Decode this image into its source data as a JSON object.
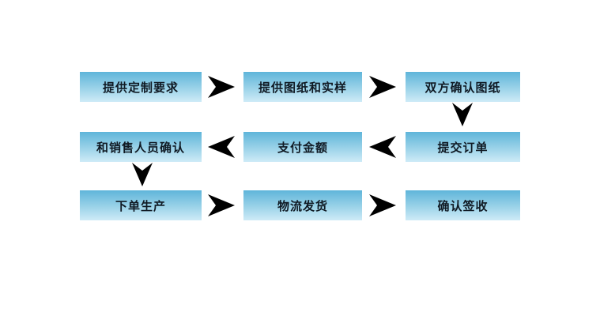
{
  "diagram": {
    "type": "flowchart",
    "language": "zh",
    "background_color": "#ffffff",
    "box_gradient_top": "#5fb5da",
    "box_gradient_bottom": "#cfebf7",
    "box_text_color": "#101a24",
    "arrow_color": "#000000",
    "nodes": [
      {
        "label": "提供定制要求",
        "flow_order": 1,
        "grid": "row1-col1"
      },
      {
        "label": "提供图纸和实样",
        "flow_order": 2,
        "grid": "row1-col2"
      },
      {
        "label": "双方确认图纸",
        "flow_order": 3,
        "grid": "row1-col3"
      },
      {
        "label": "和销售人员确认",
        "flow_order": 6,
        "grid": "row2-col1"
      },
      {
        "label": "支付金额",
        "flow_order": 5,
        "grid": "row2-col2"
      },
      {
        "label": "提交订单",
        "flow_order": 4,
        "grid": "row2-col3"
      },
      {
        "label": "下单生产",
        "flow_order": 7,
        "grid": "row3-col1"
      },
      {
        "label": "物流发货",
        "flow_order": 8,
        "grid": "row3-col2"
      },
      {
        "label": "确认签收",
        "flow_order": 9,
        "grid": "row3-col3"
      }
    ],
    "connections": [
      {
        "from": "提供定制要求",
        "to": "提供图纸和实样",
        "direction": "right"
      },
      {
        "from": "提供图纸和实样",
        "to": "双方确认图纸",
        "direction": "right"
      },
      {
        "from": "双方确认图纸",
        "to": "提交订单",
        "direction": "down"
      },
      {
        "from": "提交订单",
        "to": "支付金额",
        "direction": "left"
      },
      {
        "from": "支付金额",
        "to": "和销售人员确认",
        "direction": "left"
      },
      {
        "from": "和销售人员确认",
        "to": "下单生产",
        "direction": "down"
      },
      {
        "from": "下单生产",
        "to": "物流发货",
        "direction": "right"
      },
      {
        "from": "物流发货",
        "to": "确认签收",
        "direction": "right"
      }
    ]
  }
}
